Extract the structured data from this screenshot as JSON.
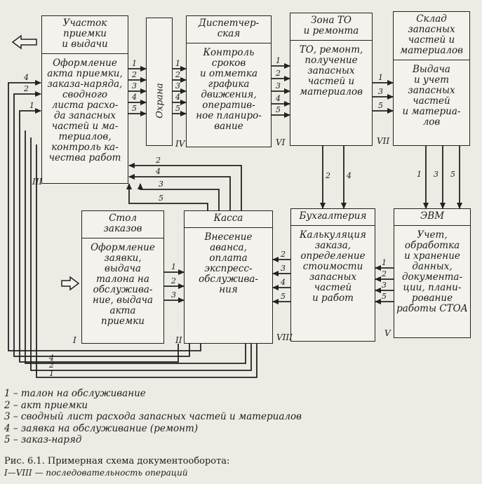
{
  "boxes": {
    "reception": {
      "title": "Участок\nприемки\nи выдачи",
      "body": "Оформление\nакта приемки,\nзаказа-наряда,\nсводного\nлиста расхо-\nда запасных\nчастей и ма-\nтериалов,\nконтроль ка-\nчества работ",
      "roman": "III"
    },
    "security": {
      "label": "Охрана",
      "roman": "IV"
    },
    "dispatch": {
      "title": "Диспетчер-\nская",
      "body": "Контроль\nсроков\nи отметка\nграфика\nдвижения,\nоператив-\nное планиро-\nвание",
      "roman": "VI"
    },
    "zone": {
      "title": "Зона ТО\nи ремонта",
      "body": "ТО, ремонт,\nполучение\nзапасных\nчастей и\nматериалов",
      "roman": "VII"
    },
    "warehouse": {
      "title": "Склад\nзапасных\nчастей и\nматериалов",
      "body": "Выдача\nи учет\nзапасных\nчастей\nи материа-\nлов"
    },
    "orders": {
      "title": "Стол\nзаказов",
      "body": "Оформление\nзаявки,\nвыдача\nталона на\nобслужива-\nние, выдача\nакта\nприемки",
      "roman": "I"
    },
    "cashier": {
      "title": "Касса",
      "body": "Внесение\nаванса,\nоплата\nэкспресс-\nобслужива-\nния",
      "roman": "II"
    },
    "accounting": {
      "title": "Бухгалтерия",
      "body": "Калькуляция\nзаказа,\nопределение\nстоимости\nзапасных\nчастей\nи работ",
      "roman": "VIII"
    },
    "computer": {
      "title": "ЭВМ",
      "body": "Учет,\nобработка\nи хранение\nданных,\nдокумента-\nции, плани-\nрование\nработы СТОА",
      "roman": "V"
    }
  },
  "arrow_numbers": {
    "rec_to_sec": [
      "1",
      "2",
      "3",
      "4",
      "5"
    ],
    "sec_to_disp": [
      "1",
      "2",
      "3",
      "4",
      "5"
    ],
    "disp_to_zone": [
      "1",
      "2",
      "3",
      "4",
      "5"
    ],
    "zone_to_wh": [
      "1",
      "3",
      "5"
    ],
    "zone_to_acc": [
      "2",
      "4"
    ],
    "wh_to_comp": [
      "1",
      "3",
      "5"
    ],
    "comp_to_acc": [
      "1",
      "2",
      "3",
      "5"
    ],
    "acc_to_cash": [
      "2",
      "3",
      "4",
      "5"
    ],
    "orders_to_cash": [
      "1",
      "2",
      "3"
    ],
    "cash_to_rec": [
      "2",
      "4",
      "3",
      "5"
    ],
    "left_loop": [
      "4",
      "2",
      "1"
    ],
    "bottom_loop": [
      "4",
      "2",
      "1"
    ]
  },
  "legend": [
    "1 – талон на обслуживание",
    "2 – акт приемки",
    "3 – сводный лист расхода запасных частей и материалов",
    "4 – заявка на обслуживание (ремонт)",
    "5 – заказ-наряд"
  ],
  "caption": {
    "line1": "Рис. 6.1. Примерная схема документооборота:",
    "line2": "I—VIII — последовательность операций"
  }
}
